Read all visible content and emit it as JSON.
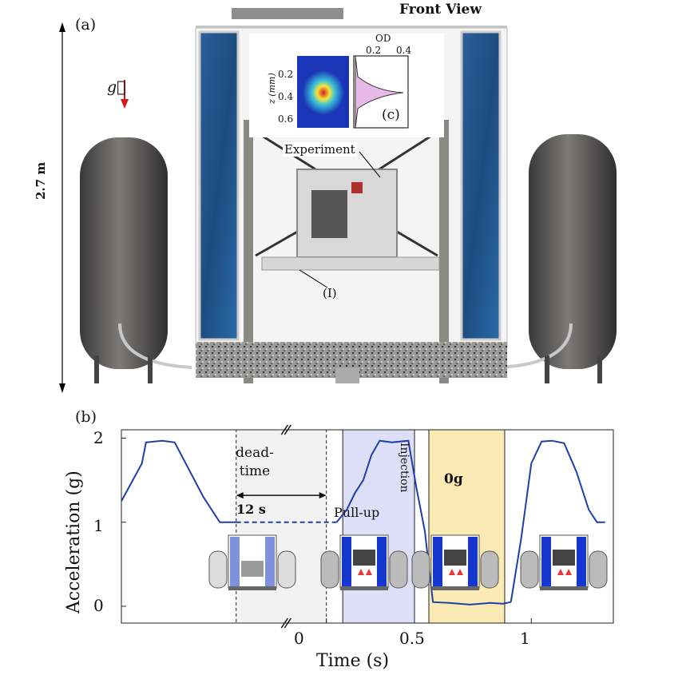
{
  "panel_a": {
    "label": "(a)",
    "view_title": "Front View",
    "height_label": "2.7 m",
    "gravity_symbol": "g⃗",
    "experiment_label": "Experiment",
    "bracket_label": "(I)"
  },
  "inset_c": {
    "label": "(c)",
    "od_label": "OD",
    "od_ticks": [
      "0.2",
      "0.4"
    ],
    "z_label": "z (mm)",
    "z_ticks": [
      "0.2",
      "0.4",
      "0.6"
    ]
  },
  "panel_b": {
    "label": "(b)",
    "dead_time_label": "dead-\ntime",
    "dead_time_value": "12 s",
    "pull_up_label": "Pull-up",
    "injection_label": "Injection",
    "zero_g_label": "0g"
  },
  "chart_data": {
    "type": "line",
    "xlabel": "Time (s)",
    "ylabel": "Acceleration (g)",
    "xticks": [
      "0",
      "0.5",
      "1"
    ],
    "yticks": [
      "0",
      "1",
      "2"
    ],
    "ylim": [
      -0.2,
      2.1
    ],
    "x_axis_break": true,
    "grid": false,
    "series": [
      {
        "color": "#1f3fa8",
        "x": [
          -1.0,
          -0.9,
          -0.88,
          -0.8,
          -0.74,
          -0.6,
          -0.52,
          -0.44
        ],
        "y": [
          1.25,
          1.7,
          1.95,
          1.97,
          1.95,
          1.3,
          1.0,
          1.0
        ]
      },
      {
        "color": "#1f3fa8",
        "dashed": true,
        "x": [
          -0.44,
          0.05
        ],
        "y": [
          1.0,
          1.0
        ]
      },
      {
        "color": "#1f3fa8",
        "x": [
          0.05,
          0.1,
          0.14,
          0.18,
          0.22,
          0.26,
          0.32,
          0.4,
          0.44,
          0.48,
          0.52,
          0.6,
          0.7,
          0.8,
          0.86,
          0.9
        ],
        "y": [
          1.0,
          1.15,
          1.35,
          1.5,
          1.8,
          1.97,
          1.95,
          1.97,
          1.4,
          0.9,
          0.05,
          0.04,
          0.02,
          0.04,
          0.03,
          0.05
        ]
      },
      {
        "color": "#1f3fa8",
        "x": [
          0.9,
          0.95,
          1.0,
          1.05,
          1.1,
          1.16,
          1.22,
          1.28,
          1.32,
          1.36
        ],
        "y": [
          0.05,
          0.8,
          1.7,
          1.96,
          1.97,
          1.94,
          1.6,
          1.15,
          1.0,
          1.0
        ]
      }
    ],
    "shaded_regions": [
      {
        "name": "dead-time",
        "x": [
          -0.44,
          0.0
        ],
        "color": "#f2f2f2"
      },
      {
        "name": "pull-up",
        "x": [
          0.08,
          0.43
        ],
        "color": "#dcdff7"
      },
      {
        "name": "0g",
        "x": [
          0.5,
          0.87
        ],
        "color": "#fbeab4"
      }
    ]
  }
}
